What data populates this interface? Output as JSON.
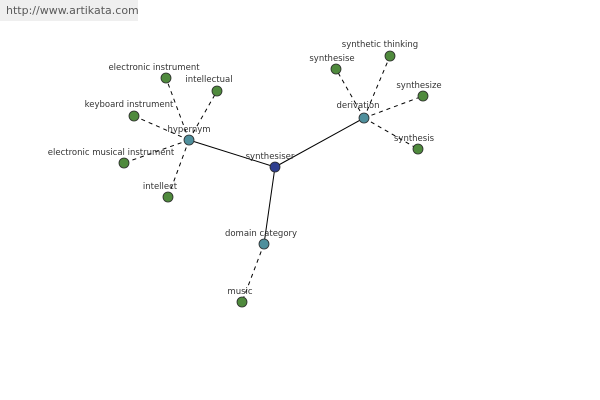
{
  "url": "http://www.artikata.com",
  "colors": {
    "root": "#2f3f8f",
    "relation": "#4f8f9c",
    "leaf": "#4f8a3d"
  },
  "nodes": [
    {
      "id": "synthesiser",
      "label": "synthesiser",
      "kind": "root"
    },
    {
      "id": "hypernym",
      "label": "hypernym",
      "kind": "relation"
    },
    {
      "id": "derivation",
      "label": "derivation",
      "kind": "relation"
    },
    {
      "id": "domain_category",
      "label": "domain category",
      "kind": "relation"
    },
    {
      "id": "electronic_instrument",
      "label": "electronic instrument",
      "kind": "leaf"
    },
    {
      "id": "intellectual",
      "label": "intellectual",
      "kind": "leaf"
    },
    {
      "id": "keyboard_instrument",
      "label": "keyboard instrument",
      "kind": "leaf"
    },
    {
      "id": "electronic_musical_instrument",
      "label": "electronic musical instrument",
      "kind": "leaf"
    },
    {
      "id": "intellect",
      "label": "intellect",
      "kind": "leaf"
    },
    {
      "id": "synthesise",
      "label": "synthesise",
      "kind": "leaf"
    },
    {
      "id": "synthetic_thinking",
      "label": "synthetic thinking",
      "kind": "leaf"
    },
    {
      "id": "synthesize",
      "label": "synthesize",
      "kind": "leaf"
    },
    {
      "id": "synthesis",
      "label": "synthesis",
      "kind": "leaf"
    },
    {
      "id": "music",
      "label": "music",
      "kind": "leaf"
    }
  ],
  "edges": [
    {
      "from": "synthesiser",
      "to": "hypernym",
      "style": "solid"
    },
    {
      "from": "synthesiser",
      "to": "derivation",
      "style": "solid"
    },
    {
      "from": "synthesiser",
      "to": "domain_category",
      "style": "solid"
    },
    {
      "from": "hypernym",
      "to": "electronic_instrument",
      "style": "dashed"
    },
    {
      "from": "hypernym",
      "to": "intellectual",
      "style": "dashed"
    },
    {
      "from": "hypernym",
      "to": "keyboard_instrument",
      "style": "dashed"
    },
    {
      "from": "hypernym",
      "to": "electronic_musical_instrument",
      "style": "dashed"
    },
    {
      "from": "hypernym",
      "to": "intellect",
      "style": "dashed"
    },
    {
      "from": "derivation",
      "to": "synthesise",
      "style": "dashed"
    },
    {
      "from": "derivation",
      "to": "synthetic_thinking",
      "style": "dashed"
    },
    {
      "from": "derivation",
      "to": "synthesize",
      "style": "dashed"
    },
    {
      "from": "derivation",
      "to": "synthesis",
      "style": "dashed"
    },
    {
      "from": "domain_category",
      "to": "music",
      "style": "dashed"
    }
  ]
}
